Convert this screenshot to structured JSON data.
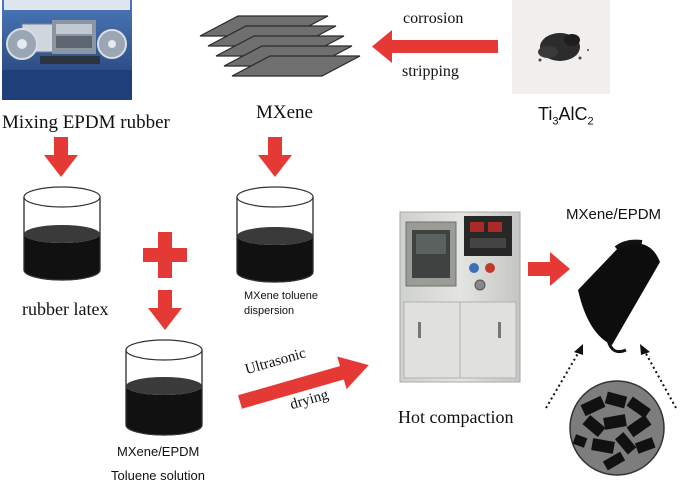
{
  "labels": {
    "mixing": "Mixing EPDM rubber",
    "mxene": "MXene",
    "corrosion": "corrosion",
    "stripping": "stripping",
    "precursor_main": "Ti",
    "precursor_sub1": "3",
    "precursor_mid": "AlC",
    "precursor_sub2": "2",
    "rubber_latex": "rubber latex",
    "dispersion_line1": "MXene toluene",
    "dispersion_line2": "dispersion",
    "solution_line1": "MXene/EPDM",
    "solution_line2": "Toluene solution",
    "ultrasonic": "Ultrasonic",
    "drying": "drying",
    "hot_compaction": "Hot compaction",
    "product": "MXene/EPDM"
  },
  "colors": {
    "arrow_red": "#e53935",
    "liquid": "#111111",
    "cylinder_outline": "#333333",
    "sheet_fill": "#6f6f6f"
  },
  "icons": {
    "mixer_photo": "two-roll-mill-photo",
    "powder_photo": "ti3alc2-powder-photo",
    "press_photo": "hot-press-machine-photo",
    "product_sheet": "rolled-sheet-icon",
    "composite_circle": "mxene-flakes-in-matrix-icon"
  }
}
